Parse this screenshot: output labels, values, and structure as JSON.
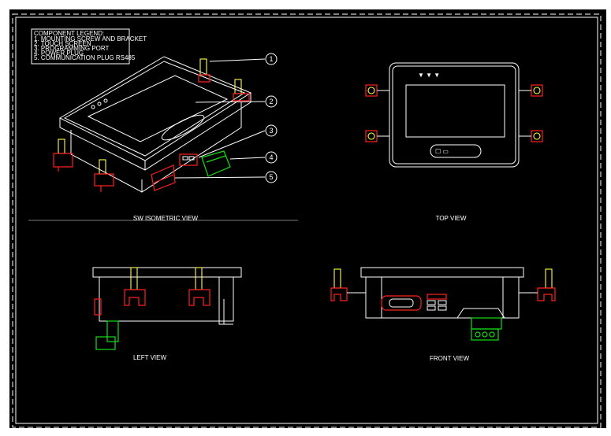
{
  "legend": {
    "title": "COMPONENT LEGEND:",
    "items": [
      "1. MOUNTING SCREW AND BRACKET",
      "2. TOUCH SCREEN",
      "3. PROGRAMMING PORT",
      "4. POWER PLUG",
      "5. COMMUNICATION PLUG RS485"
    ]
  },
  "callouts": [
    "1",
    "2",
    "3",
    "4",
    "5"
  ],
  "views": {
    "iso": "SW ISOMETRIC VIEW",
    "top": "TOP VIEW",
    "left": "LEFT VIEW",
    "front": "FRONT VIEW"
  },
  "colors": {
    "background": "#000000",
    "outline": "#ffffff",
    "bracket": "#ff2020",
    "screw": "#ffff40",
    "power_plug": "#10e010"
  }
}
